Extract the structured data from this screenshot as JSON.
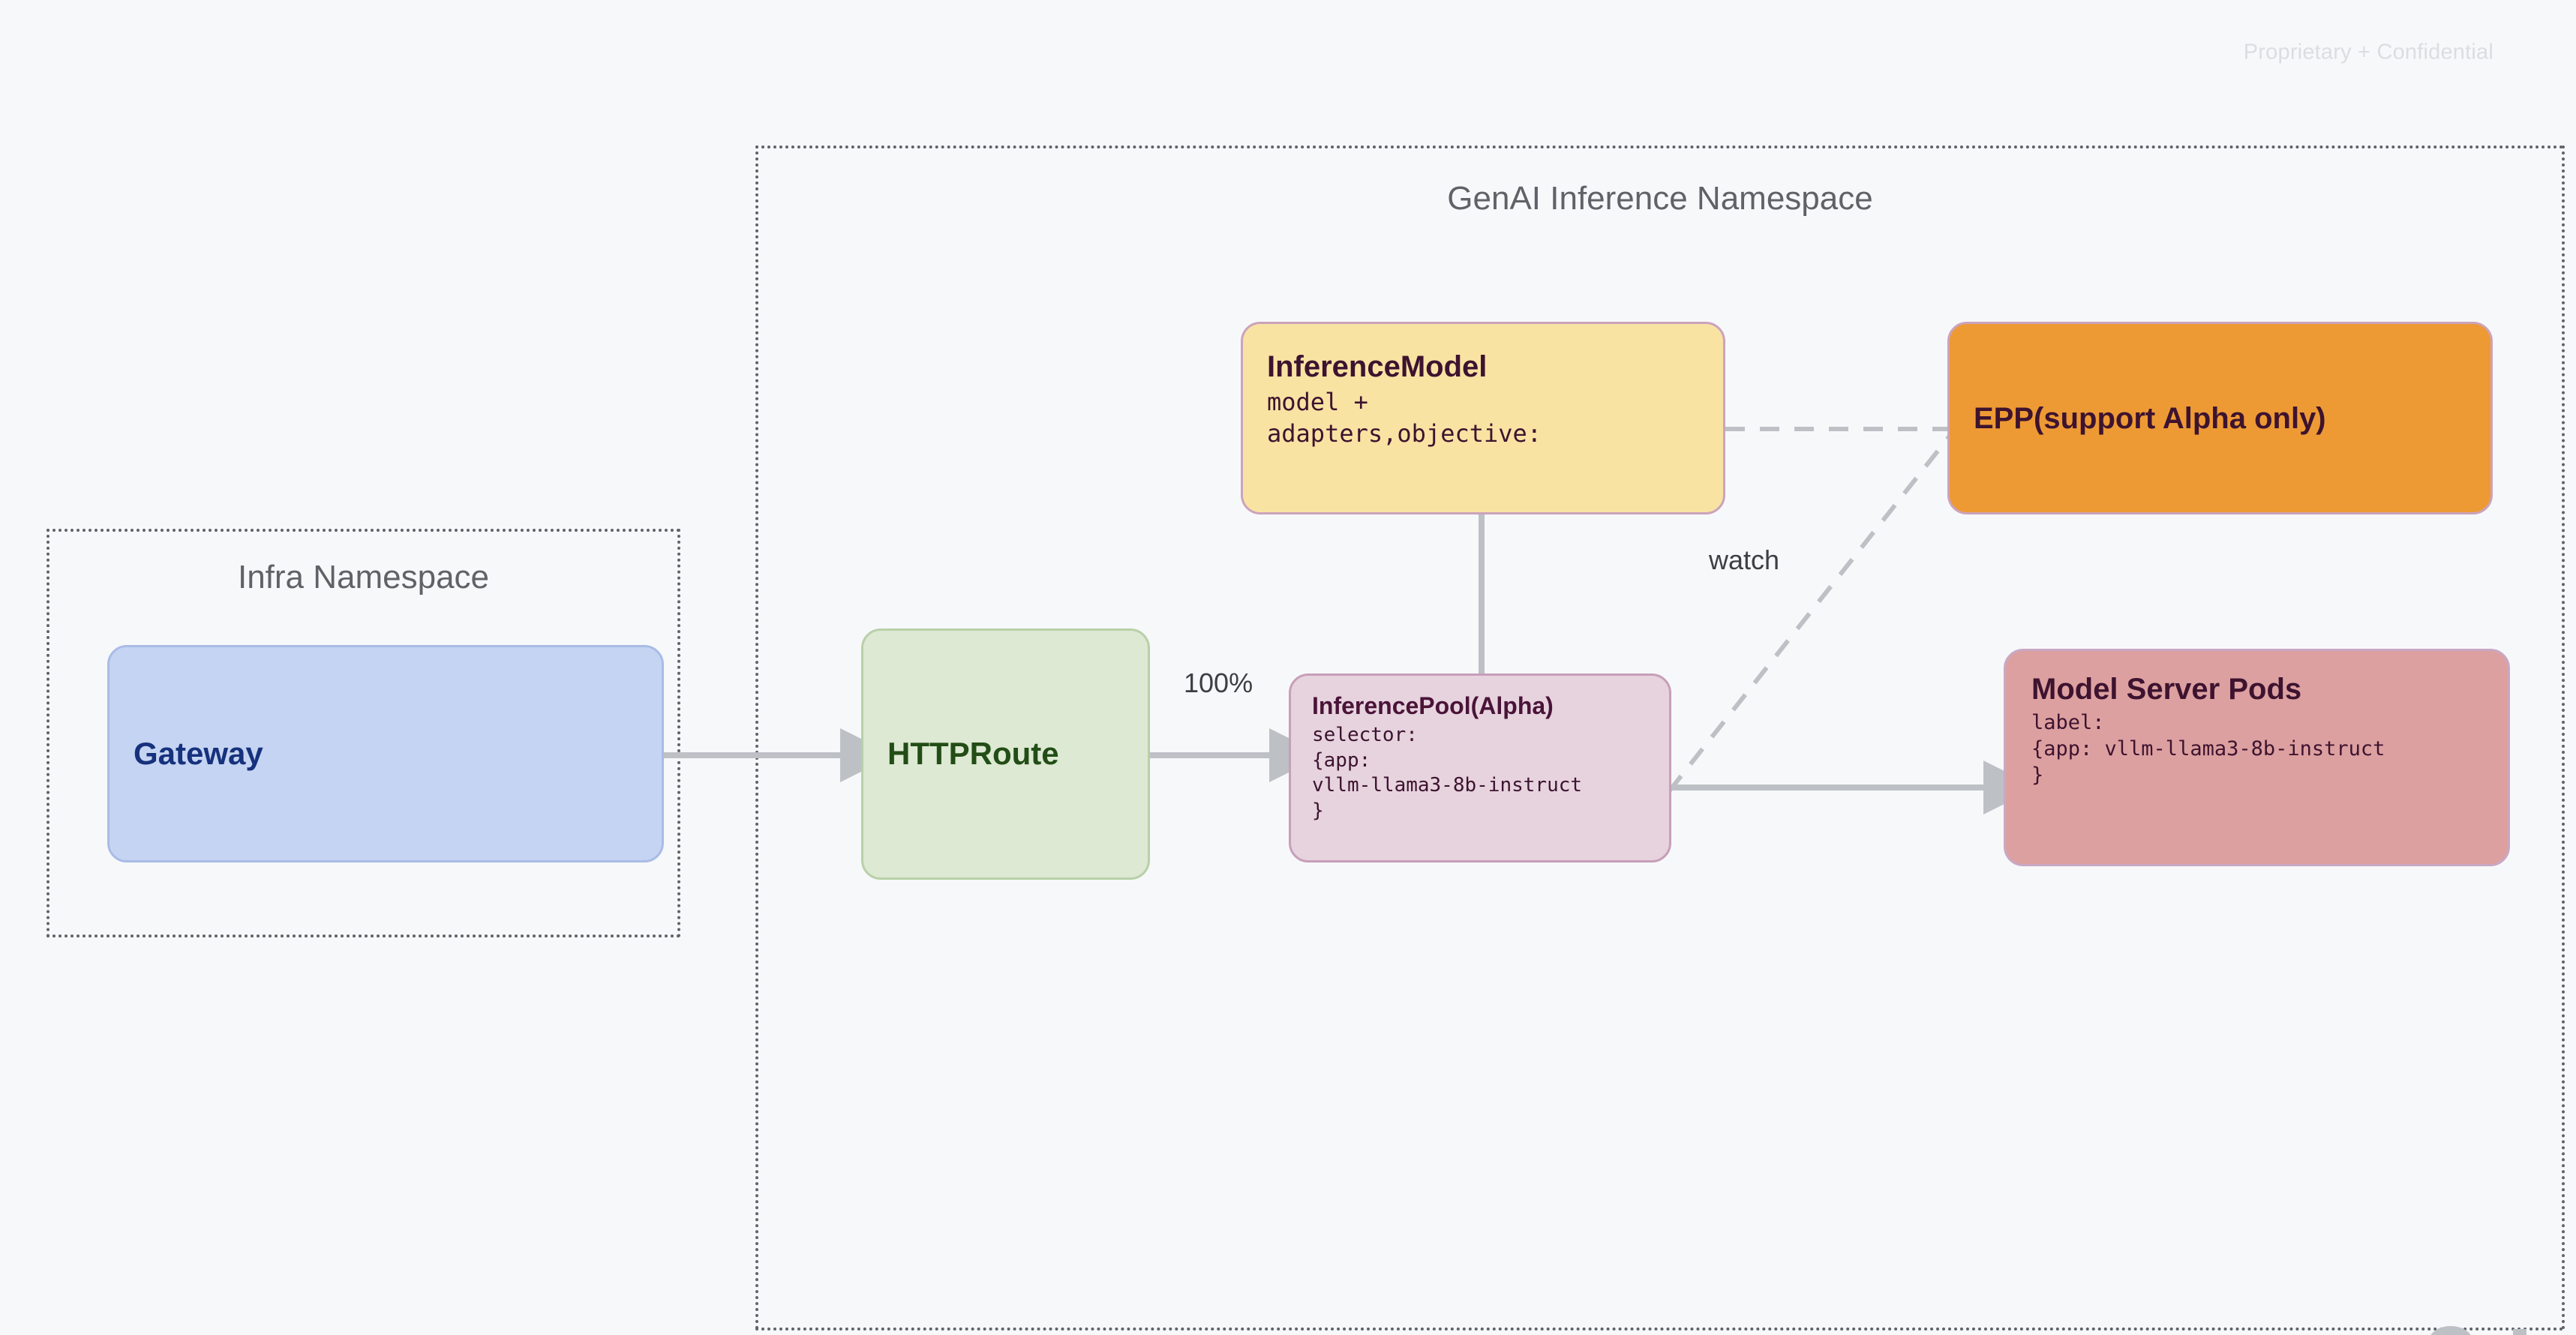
{
  "page": {
    "watermark": "Proprietary + Confidential",
    "background_color": "#F7F8FA"
  },
  "namespaces": [
    {
      "id": "infra",
      "title": "Infra Namespace",
      "border_style": "dotted",
      "border_color": "#5F6368"
    },
    {
      "id": "genai",
      "title": "GenAI Inference Namespace",
      "border_style": "dotted",
      "border_color": "#5F6368"
    }
  ],
  "nodes": {
    "gateway": {
      "title": "Gateway",
      "fill": "#C5D4F2",
      "text_color": "#16317D"
    },
    "httproute": {
      "title": "HTTPRoute",
      "fill": "#DDE9D3",
      "text_color": "#224D16"
    },
    "inferencemodel": {
      "title": "InferenceModel",
      "sub": "model +\nadapters,objective:",
      "fill": "#F8E3A3",
      "text_color": "#3D132F"
    },
    "inferencepool": {
      "title": "InferencePool(Alpha)",
      "sub": "selector:\n{app:\nvllm-llama3-8b-instruct\n}",
      "fill": "#E6D3DE",
      "text_color": "#4A1338"
    },
    "epp": {
      "title": "EPP(support Alpha only)",
      "fill": "#EE9A34",
      "text_color": "#3D132F"
    },
    "modelserverpods": {
      "title": "Model Server Pods",
      "sub": "label:\n{app: vllm-llama3-8b-instruct\n}",
      "fill": "#DDA0A0",
      "text_color": "#3D132F"
    }
  },
  "edges": {
    "gateway_to_httproute": {
      "label": "",
      "style": "solid",
      "arrow": true
    },
    "httproute_to_inferencepool": {
      "label": "100%",
      "style": "solid",
      "arrow": true
    },
    "inferencepool_to_modelserverpods": {
      "label": "",
      "style": "solid",
      "arrow": true
    },
    "inferencemodel_to_inferencepool": {
      "label": "",
      "style": "solid",
      "arrow": false
    },
    "inferencemodel_to_epp": {
      "label": "",
      "style": "dashed",
      "arrow": false
    },
    "inferencepool_to_epp": {
      "label": "watch",
      "style": "dashed",
      "arrow": false
    }
  },
  "edge_labels": {
    "percent": "100%",
    "watch": "watch"
  },
  "colors": {
    "connector": "#BDC1C6",
    "dashed_connector": "#BDC1C6",
    "namespace_border": "#5F6368",
    "label_text": "#3C4043",
    "namespace_title": "#5F6368",
    "watermark": "#DBDDE0"
  }
}
